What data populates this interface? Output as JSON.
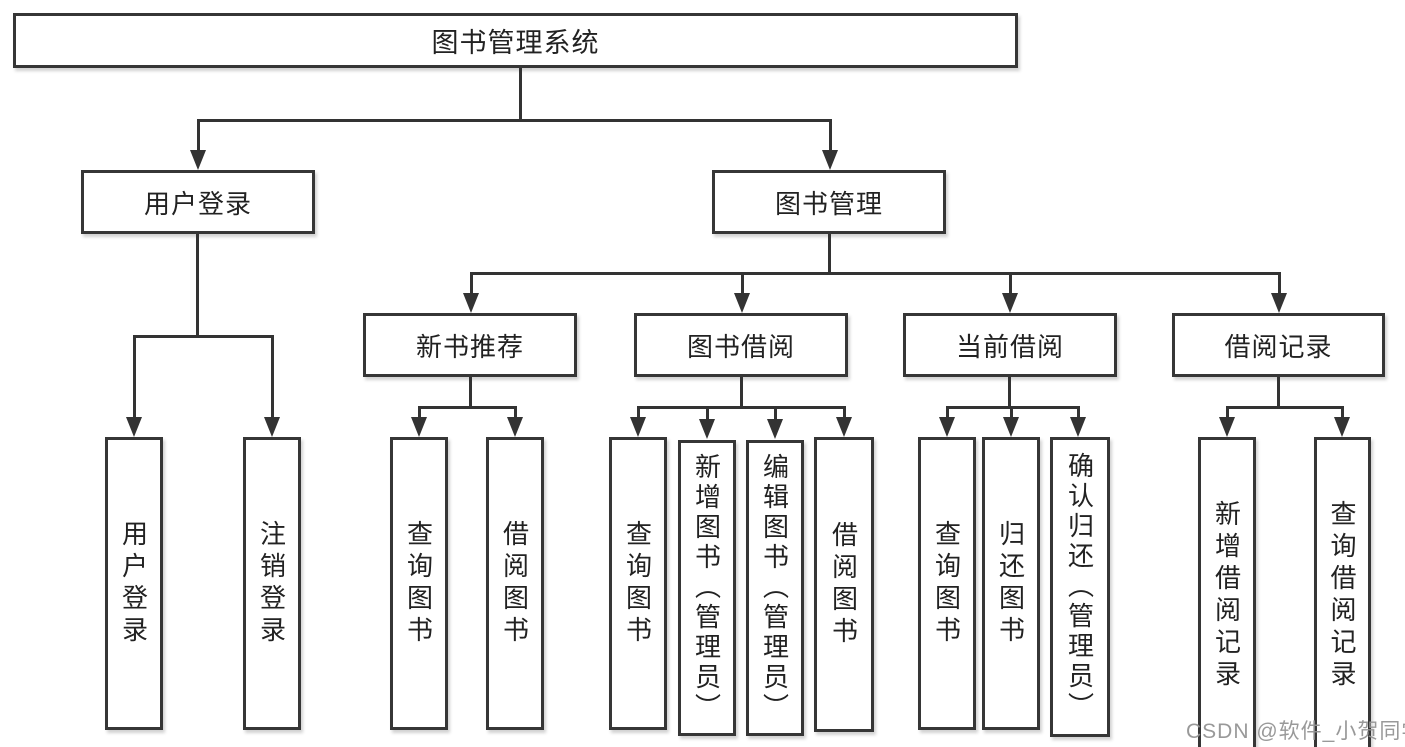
{
  "diagram": {
    "type": "hierarchy-tree",
    "line_color": "#333333",
    "box_border_color": "#363636",
    "text_color": "#222222"
  },
  "tree": {
    "root": {
      "label": "图书管理系统",
      "children": [
        {
          "label": "用户登录",
          "children": [
            {
              "label": "用户登录"
            },
            {
              "label": "注销登录"
            }
          ]
        },
        {
          "label": "图书管理",
          "children": [
            {
              "label": "新书推荐",
              "children": [
                {
                  "label": "查询图书"
                },
                {
                  "label": "借阅图书"
                }
              ]
            },
            {
              "label": "图书借阅",
              "children": [
                {
                  "label": "查询图书"
                },
                {
                  "label": "新增图书（管理员）"
                },
                {
                  "label": "编辑图书（管理员）"
                },
                {
                  "label": "借阅图书"
                }
              ]
            },
            {
              "label": "当前借阅",
              "children": [
                {
                  "label": "查询图书"
                },
                {
                  "label": "归还图书"
                },
                {
                  "label": "确认归还（管理员）"
                }
              ]
            },
            {
              "label": "借阅记录",
              "children": [
                {
                  "label": "新增借阅记录"
                },
                {
                  "label": "查询借阅记录"
                }
              ]
            }
          ]
        }
      ]
    }
  },
  "watermark": "CSDN @软件_小贺同学"
}
